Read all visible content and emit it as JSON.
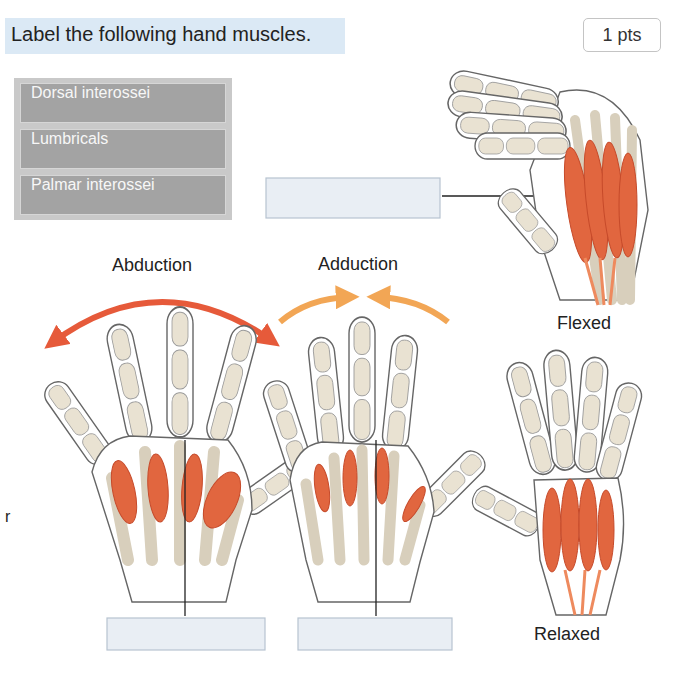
{
  "diagram": {
    "title": "Label the following hand muscles.",
    "nodes": [
      {
        "text": [
          "1 pts"
        ]
      },
      {
        "text": [
          "Dorsal interossei"
        ]
      },
      {
        "text": [
          "Lumbricals"
        ]
      },
      {
        "text": [
          "Palmar interossei"
        ]
      }
    ],
    "labels": [
      "Abduction",
      "Adduction",
      "Flexed",
      "Relaxed",
      "r"
    ]
  }
}
